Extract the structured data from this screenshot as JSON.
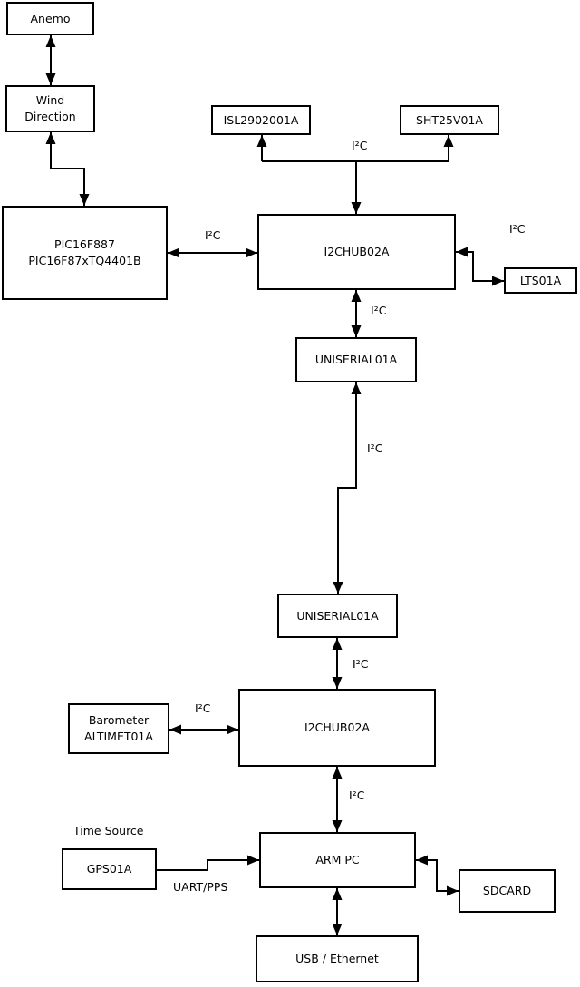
{
  "diagram": {
    "nodes": {
      "anemo": {
        "label": "Anemo"
      },
      "wind_direction": {
        "label": "Wind\nDirection"
      },
      "pic": {
        "label": "PIC16F887\nPIC16F87xTQ4401B"
      },
      "isl": {
        "label": "ISL2902001A"
      },
      "sht": {
        "label": "SHT25V01A"
      },
      "i2chub_top": {
        "label": "I2CHUB02A"
      },
      "lts": {
        "label": "LTS01A"
      },
      "uniserial_top": {
        "label": "UNISERIAL01A"
      },
      "uniserial_mid": {
        "label": "UNISERIAL01A"
      },
      "i2chub_bottom": {
        "label": "I2CHUB02A"
      },
      "barometer": {
        "label": "Barometer\nALTIMET01A"
      },
      "gps": {
        "label": "GPS01A"
      },
      "arm_pc": {
        "label": "ARM PC"
      },
      "sdcard": {
        "label": "SDCARD"
      },
      "usb_ethernet": {
        "label": "USB / Ethernet"
      }
    },
    "edge_labels": {
      "pic_hub1": "I²C",
      "sensors_branch": "I²C",
      "hub1_lts": "I²C",
      "hub1_uniserial": "I²C",
      "uniserial_link": "I²C",
      "uniserial_hub2": "I²C",
      "barometer_hub2": "I²C",
      "hub2_armpc": "I²C",
      "gps_armpc": "UART/PPS",
      "time_source": "Time Source"
    },
    "colors": {
      "stroke": "#000000",
      "background": "#ffffff",
      "text": "#000000"
    }
  }
}
